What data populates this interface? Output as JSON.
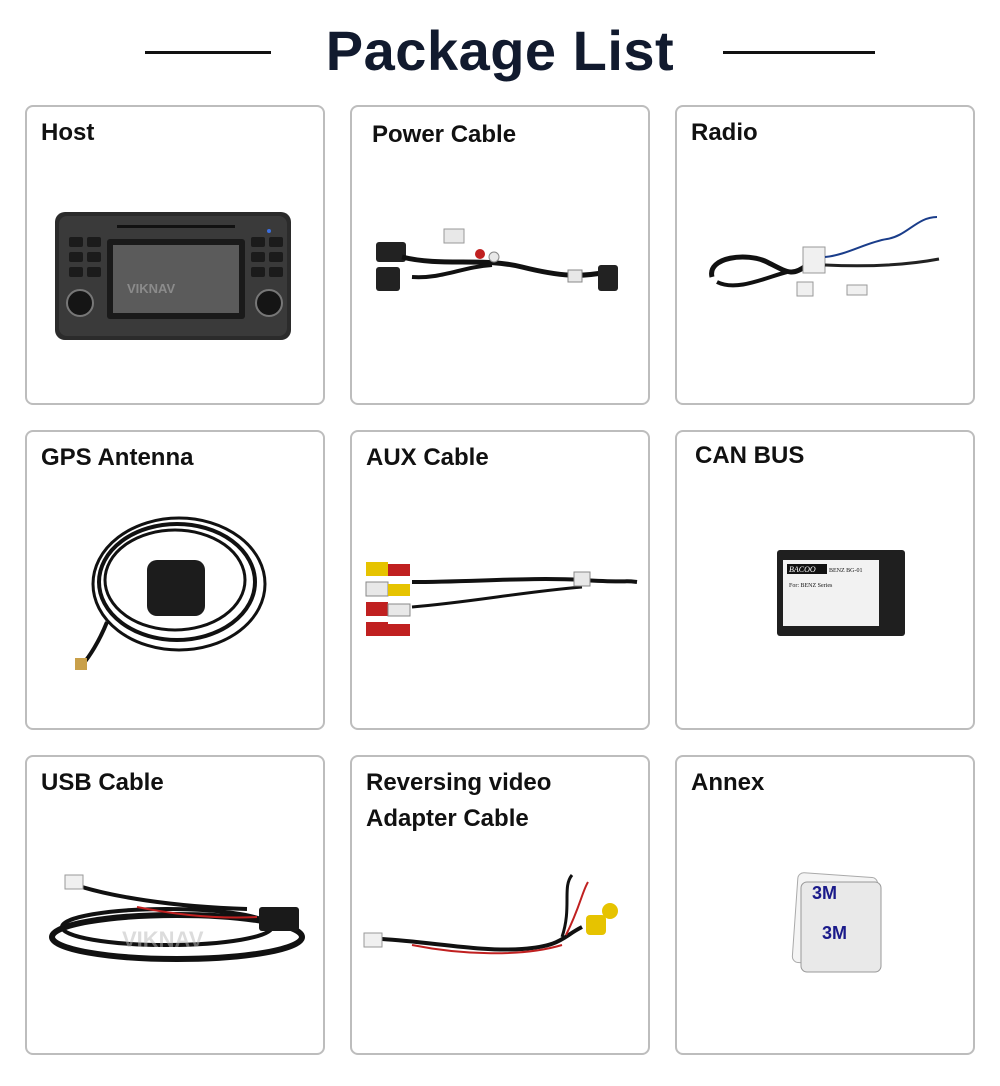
{
  "header": {
    "title": "Package List"
  },
  "items": [
    {
      "label": "Host"
    },
    {
      "label": "Power Cable"
    },
    {
      "label": "Radio"
    },
    {
      "label": "GPS Antenna"
    },
    {
      "label": "AUX Cable"
    },
    {
      "label": "CAN BUS"
    },
    {
      "label": "USB Cable"
    },
    {
      "label_line1": "Reversing video",
      "label_line2": "Adapter Cable"
    },
    {
      "label": "Annex"
    }
  ],
  "watermark": "VIKNAV",
  "canbus_box": {
    "brand": "BACOO",
    "model": "BENZ BG-01",
    "text": "For: BENZ Series"
  },
  "tape": {
    "brand": "3M"
  }
}
